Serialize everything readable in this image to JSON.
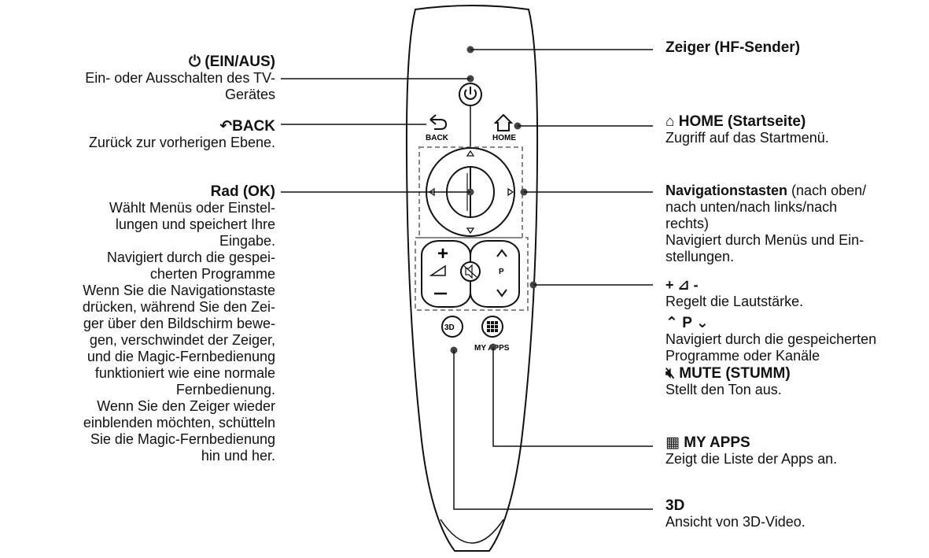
{
  "left": {
    "power": {
      "title": "(EIN/AUS)",
      "icon": "power-icon",
      "desc1": "Ein- oder Ausschalten des TV-",
      "desc2": "Gerätes"
    },
    "back": {
      "title": "BACK",
      "icon": "back-arrow-icon",
      "desc": "Zurück zur vorherigen Ebene."
    },
    "wheel": {
      "title": "Rad (OK)",
      "lines": [
        "Wählt Menüs oder Einstel-",
        "lungen und speichert Ihre",
        "Eingabe.",
        "Navigiert durch die gespei-",
        "cherten Programme",
        "Wenn Sie die Navigationstaste",
        "drücken, während Sie den Zei-",
        "ger über den Bildschirm bewe-",
        "gen, verschwindet der Zeiger,",
        "und die Magic-Fernbedienung",
        "funktioniert wie eine normale",
        "Fernbedienung.",
        "Wenn Sie den Zeiger wieder",
        "einblenden möchten, schütteln",
        "Sie die Magic-Fernbedienung",
        "hin und her."
      ]
    }
  },
  "right": {
    "pointer": {
      "title": "Zeiger (HF-Sender)"
    },
    "home": {
      "icon": "home-icon",
      "title": "HOME (Startseite)",
      "desc": "Zugriff auf das Startmenü."
    },
    "nav": {
      "title": "Navigationstasten",
      "title_suffix": " (nach oben/",
      "lines": [
        "nach unten/nach links/nach",
        "rechts)",
        "Navigiert durch Menüs und Ein-",
        "stellungen."
      ]
    },
    "volume": {
      "title": "+ ⊿ -",
      "desc": "Regelt die Lautstärke."
    },
    "program": {
      "title": "P",
      "desc1": "Navigiert durch die gespeicherten",
      "desc2": "Programme oder Kanäle"
    },
    "mute": {
      "title": "MUTE (STUMM)",
      "icon": "mute-icon",
      "desc": "Stellt den Ton aus."
    },
    "myapps": {
      "icon": "grid-icon",
      "title": "MY APPS",
      "desc": "Zeigt die Liste der Apps an."
    },
    "threed": {
      "title": "3D",
      "desc": "Ansicht von 3D-Video."
    }
  },
  "remote": {
    "back_label": "BACK",
    "home_label": "HOME",
    "p_label": "P",
    "myapps_label": "MY APPS",
    "threed_label": "3D"
  }
}
